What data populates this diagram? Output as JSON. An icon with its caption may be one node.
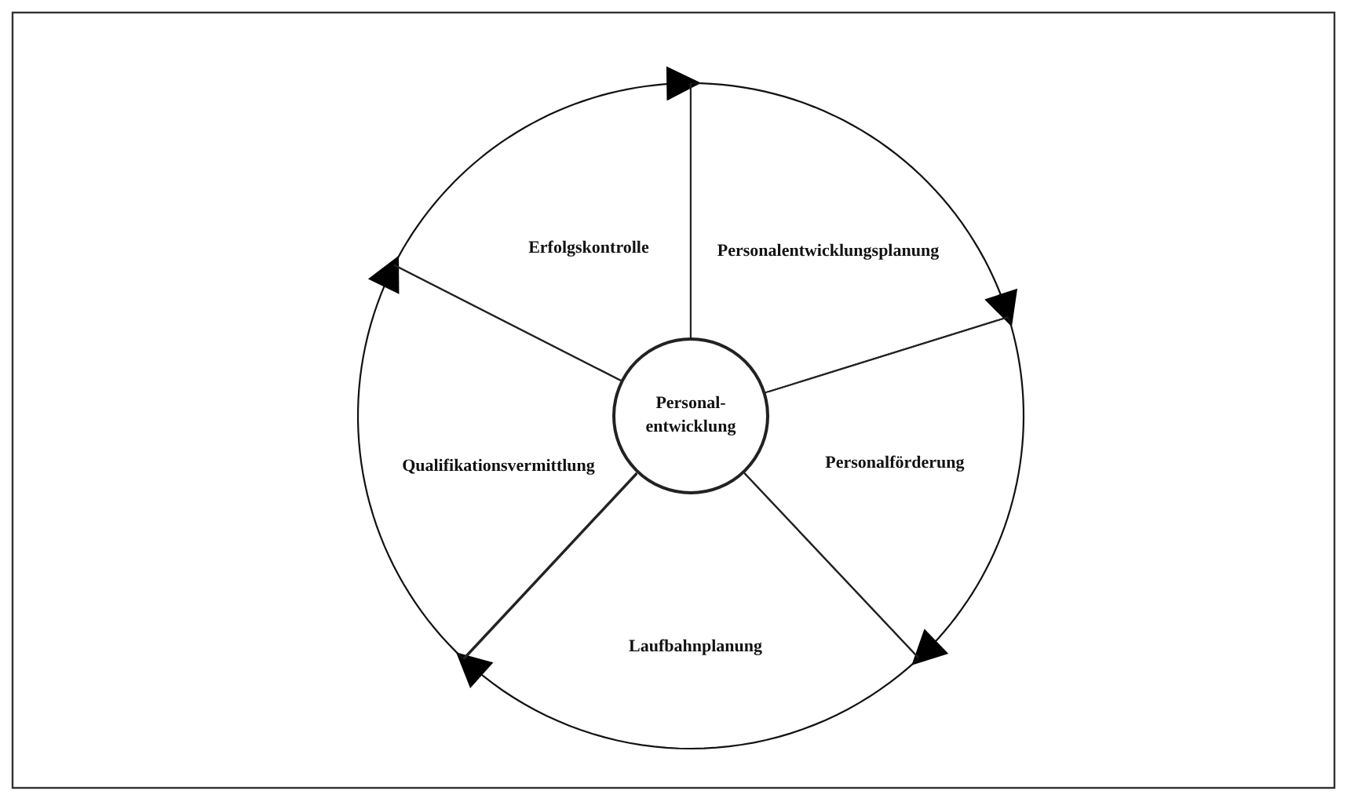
{
  "diagram": {
    "nodes": [
      {
        "text": [
          "Erfolgskontrolle"
        ]
      },
      {
        "text": [
          "Personalentwicklungsplanung"
        ]
      },
      {
        "text": [
          "Personal- entwicklung"
        ]
      },
      {
        "text": [
          "Qualifikationsvermittlung"
        ]
      },
      {
        "text": [
          "Personalförderung"
        ]
      },
      {
        "text": [
          "Laufbahnplanung"
        ]
      }
    ],
    "edges": [
      {
        "from": 0,
        "to": 1,
        "arrow": "to"
      },
      {
        "from": 1,
        "to": 4,
        "arrow": "to"
      },
      {
        "from": 4,
        "to": 5,
        "arrow": "to"
      },
      {
        "from": 5,
        "to": 3,
        "arrow": "to"
      },
      {
        "from": 3,
        "to": 0,
        "arrow": "to"
      }
    ]
  }
}
